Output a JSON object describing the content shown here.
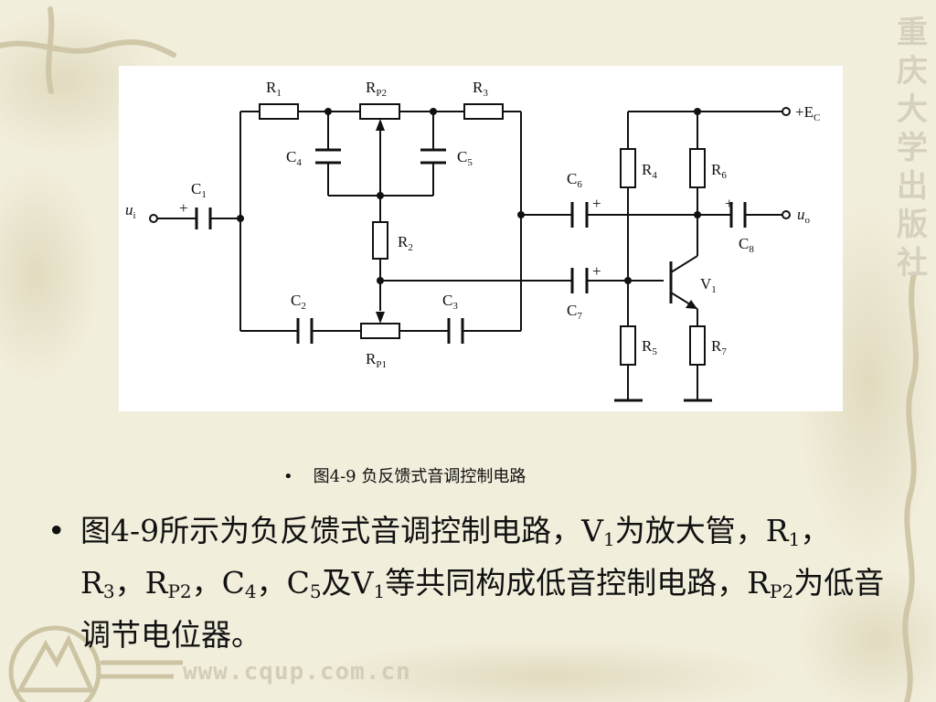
{
  "publisher_text": [
    "重",
    "庆",
    "大",
    "学",
    "出",
    "版",
    "社"
  ],
  "watermark": "www.cqup.com.cn",
  "figure": {
    "labels": {
      "R1": "R",
      "R1_sub": "1",
      "RP2": "R",
      "RP2_sub": "P2",
      "R3": "R",
      "R3_sub": "3",
      "C4": "C",
      "C4_sub": "4",
      "C5": "C",
      "C5_sub": "5",
      "C1": "C",
      "C1_sub": "1",
      "ui": "u",
      "ui_sub": "i",
      "plus": "+",
      "R2": "R",
      "R2_sub": "2",
      "C2": "C",
      "C2_sub": "2",
      "C3": "C",
      "C3_sub": "3",
      "RP1": "R",
      "RP1_sub": "P1",
      "C6": "C",
      "C6_sub": "6",
      "C7": "C",
      "C7_sub": "7",
      "R4": "R",
      "R4_sub": "4",
      "R5": "R",
      "R5_sub": "5",
      "R6": "R",
      "R6_sub": "6",
      "R7": "R",
      "R7_sub": "7",
      "V1": "V",
      "V1_sub": "1",
      "EC": "+E",
      "EC_sub": "C",
      "C8": "C",
      "C8_sub": "8",
      "uo": "u",
      "uo_sub": "o"
    }
  },
  "caption": {
    "bullet": "•",
    "text": "图4-9  负反馈式音调控制电路"
  },
  "paragraph": {
    "bullet": "•",
    "t1": "图4-9所示为负反馈式音调控制电路，V",
    "s1": "1",
    "t2": "为放大管，R",
    "s2": "1",
    "t3": "，R",
    "s3": "3",
    "t4": "，R",
    "s4": "P2",
    "t5": "，C",
    "s5": "4",
    "t6": "，C",
    "s6": "5",
    "t7": "及V",
    "s7": "1",
    "t8": "等共同构成低音控制电路，R",
    "s8": "P2",
    "t9": "为低音调节电位器。"
  }
}
